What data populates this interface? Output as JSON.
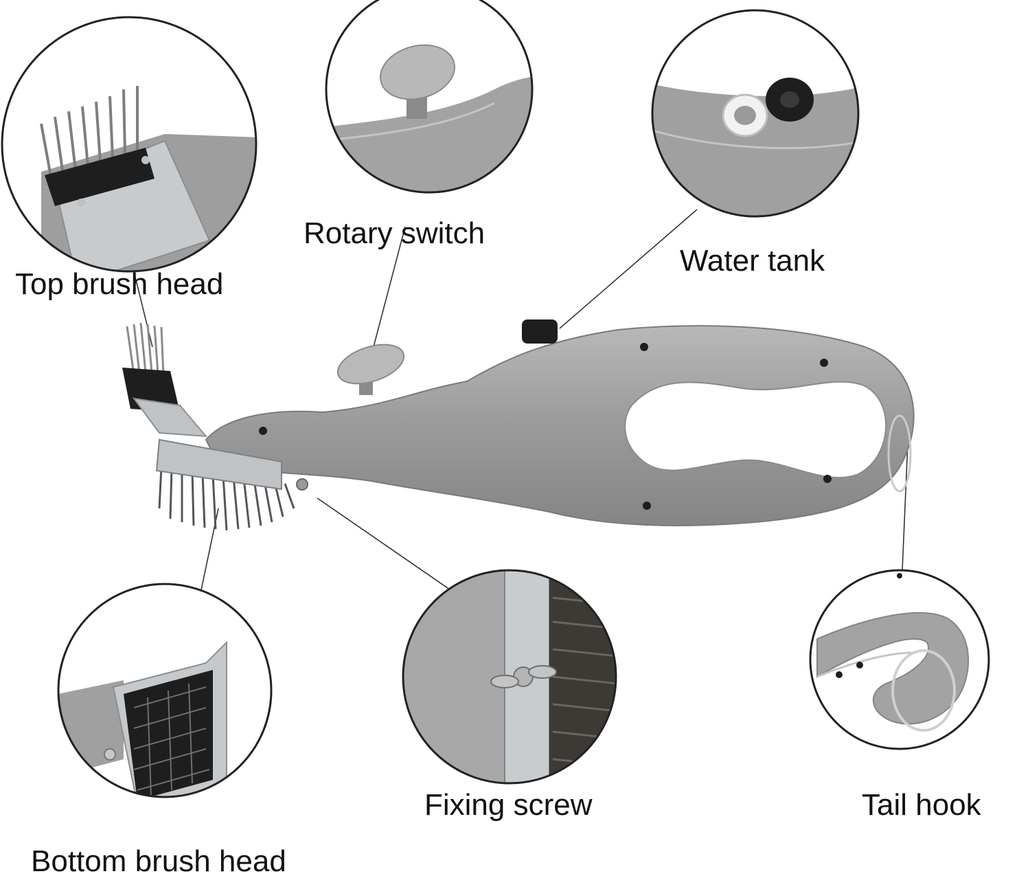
{
  "labels": {
    "top_brush_head": "Top brush head",
    "rotary_switch": "Rotary switch",
    "water_tank": "Water tank",
    "bottom_brush_head": "Bottom brush head",
    "fixing_screw": "Fixing screw",
    "tail_hook": "Tail hook"
  },
  "colors": {
    "body_gray": "#9c9c9c",
    "body_dark": "#7c7c7c",
    "body_light": "#c4c4c4",
    "bristle": "#555555",
    "steel": "#bfc3c6",
    "black_part": "#1e1e1e",
    "callout_line": "#333333",
    "circle_border": "#222222"
  }
}
